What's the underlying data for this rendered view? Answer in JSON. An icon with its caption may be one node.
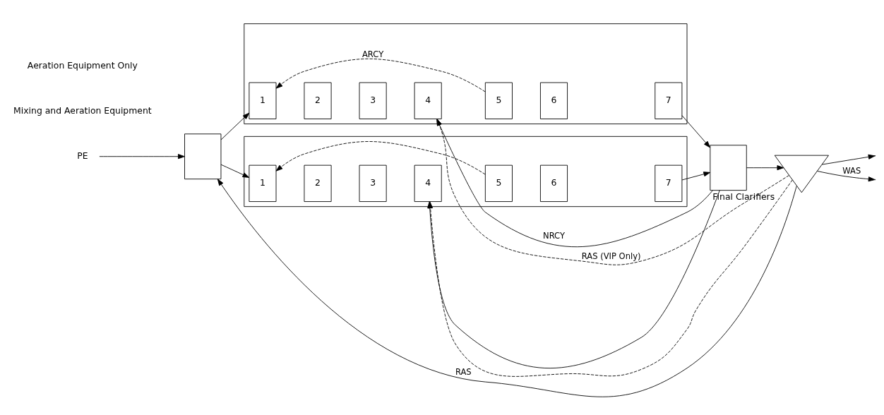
{
  "diagram": {
    "nodes": [
      {
        "text": [
          "PE"
        ]
      },
      {
        "text": [],
        "shape": "box"
      },
      {
        "text": [],
        "shape": "box"
      },
      {
        "text": [
          "1"
        ],
        "in": 2
      },
      {
        "text": [
          "2"
        ],
        "in": 2
      },
      {
        "text": [
          "3"
        ],
        "in": 2
      },
      {
        "text": [
          "4"
        ],
        "in": 2
      },
      {
        "text": [
          "5"
        ],
        "in": 2
      },
      {
        "text": [
          "6"
        ],
        "in": 2
      },
      {
        "text": [
          "7"
        ],
        "in": 2
      },
      {
        "text": [],
        "shape": "box"
      },
      {
        "text": [
          "1"
        ],
        "in": 10
      },
      {
        "text": [
          "2"
        ],
        "in": 10
      },
      {
        "text": [
          "3"
        ],
        "in": 10
      },
      {
        "text": [
          "4"
        ],
        "in": 10
      },
      {
        "text": [
          "5"
        ],
        "in": 10
      },
      {
        "text": [
          "6"
        ],
        "in": 10
      },
      {
        "text": [
          "7"
        ],
        "in": 10
      },
      {
        "text": [],
        "shape": "box"
      },
      {
        "text": [],
        "shape": "triangle",
        "beside": [
          "Final Clarifiers"
        ]
      }
    ],
    "edges": [
      {
        "from": 0,
        "to": 1,
        "arrow": "to"
      },
      {
        "from": 1,
        "to": 3,
        "arrow": "to"
      },
      {
        "from": 1,
        "to": 11,
        "arrow": "to"
      },
      {
        "from": 7,
        "to": 3,
        "arrow": "to",
        "label": "ARCY",
        "style": "dashed"
      },
      {
        "from": 15,
        "to": 11,
        "arrow": "to",
        "style": "dashed"
      },
      {
        "from": 9,
        "to": 18,
        "arrow": "to"
      },
      {
        "from": 17,
        "to": 18,
        "arrow": "to"
      },
      {
        "from": 18,
        "to": 6,
        "arrow": "to",
        "label": "NRCY"
      },
      {
        "from": 18,
        "to": 14,
        "arrow": "to"
      },
      {
        "from": 19,
        "to": 6,
        "arrow": "to",
        "label": "RAS (VIP Only)",
        "style": "dashed"
      },
      {
        "from": 19,
        "to": 14,
        "arrow": "to",
        "style": "dashed"
      },
      {
        "from": 18,
        "to": 19,
        "arrow": "to"
      },
      {
        "from": 19,
        "to": null,
        "arrow": "to"
      },
      {
        "from": 19,
        "to": 1,
        "arrow": "to",
        "label": "RAS"
      },
      {
        "from": 19,
        "to": null,
        "arrow": "to",
        "label": "WAS"
      }
    ],
    "labels": [
      "Mixing and Aeration Equipment",
      "Aeration Equipment Only"
    ]
  }
}
